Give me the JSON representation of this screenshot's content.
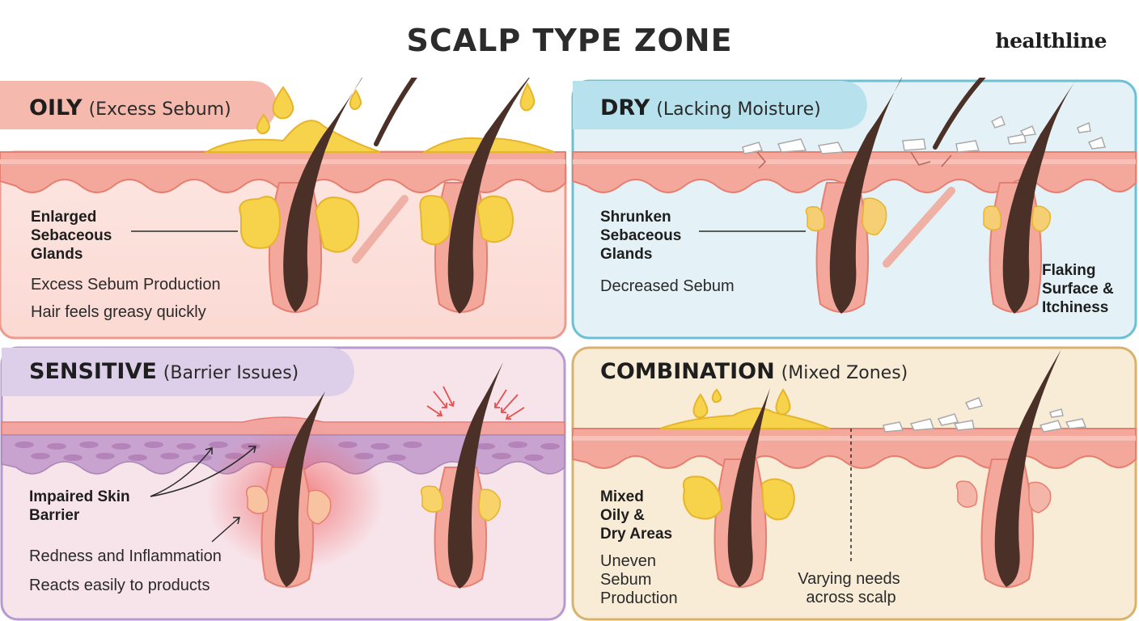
{
  "page": {
    "title": "SCALP TYPE ZONE",
    "brand": "healthline"
  },
  "panels": {
    "oily": {
      "heading": "OILY",
      "subheading": "(Excess Sebum)",
      "callout": [
        "Enlarged",
        "Sebaceous",
        "Glands"
      ],
      "notes": [
        "Excess Sebum Production",
        "Hair feels greasy quickly"
      ],
      "colors": {
        "bg": "#fbe1dc",
        "accent": "#ee9a8e",
        "sebum": "#f7d24b"
      }
    },
    "dry": {
      "heading": "DRY",
      "subheading": "(Lacking Moisture)",
      "callout": [
        "Shrunken",
        "Sebaceous",
        "Glands"
      ],
      "notes": [
        "Decreased Sebum"
      ],
      "side_label": [
        "Flaking",
        "Surface &",
        "Itchiness"
      ],
      "colors": {
        "bg": "#e3f1f6",
        "accent": "#6cc0d6"
      }
    },
    "sensitive": {
      "heading": "SENSITIVE",
      "subheading": "(Barrier Issues)",
      "callout": [
        "Impaired Skin",
        "Barrier"
      ],
      "notes": [
        "Redness and Inflammation",
        "Reacts easily to products"
      ],
      "colors": {
        "bg": "#f6e3ea",
        "accent": "#b79bd0",
        "inflammation": "#f05a5a"
      }
    },
    "combination": {
      "heading": "COMBINATION",
      "subheading": "(Mixed Zones)",
      "callout": [
        "Mixed",
        "Oily &",
        "Dry Areas"
      ],
      "notes": [
        "Uneven",
        "Sebum",
        "Production"
      ],
      "side_label": [
        "Varying needs",
        "across scalp"
      ],
      "colors": {
        "bg": "#f7ead3",
        "accent": "#d9b26e"
      }
    }
  },
  "icons": [
    "oil-drop-icon",
    "flake-icon",
    "irritation-arrow-icon",
    "hair-follicle-icon"
  ]
}
